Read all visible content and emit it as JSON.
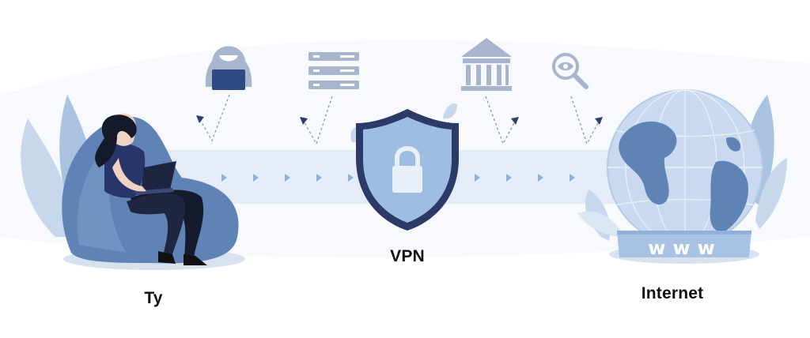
{
  "labels": {
    "you": "Ty",
    "vpn": "VPN",
    "internet": "Internet"
  },
  "globe_text": "www",
  "icons": [
    "hacker-icon",
    "server-icon",
    "government-building-icon",
    "surveillance-eye-icon",
    "lock-icon",
    "shield-icon",
    "globe-icon"
  ],
  "colors": {
    "dark_blue": "#2e3f6e",
    "mid_blue": "#5a7fae",
    "light_blue": "#a9c3e4",
    "pale_blue": "#dfe9f5",
    "icon_gray_blue": "#8ea3c0"
  }
}
